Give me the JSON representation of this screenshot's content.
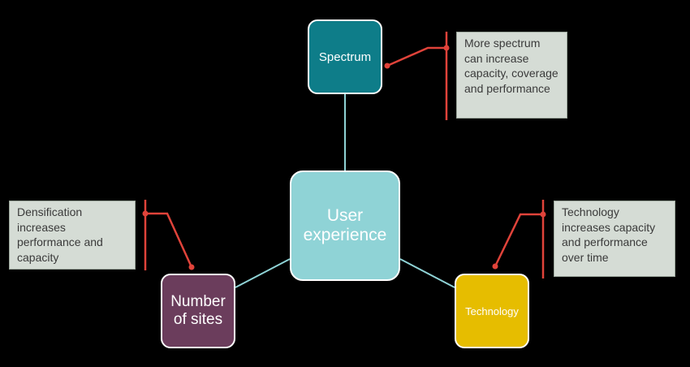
{
  "diagram": {
    "center": {
      "label": "User experience",
      "color": "#8fd3d6"
    },
    "nodes": [
      {
        "id": "spectrum",
        "label": "Spectrum",
        "color": "#0e7d89"
      },
      {
        "id": "sites",
        "label": "Number of sites",
        "color": "#6b3d5c"
      },
      {
        "id": "tech",
        "label": "Technology",
        "color": "#e6bd00"
      }
    ],
    "notes": {
      "spectrum": "More spectrum can increase capacity, coverage and performance",
      "sites": "Densification increases performance and capacity",
      "tech": "Technology increases capacity and performance over time"
    },
    "colors": {
      "connector": "#8fd3d6",
      "callout": "#e0433a",
      "note_bg": "#d5dcd5",
      "background": "#000000"
    }
  }
}
